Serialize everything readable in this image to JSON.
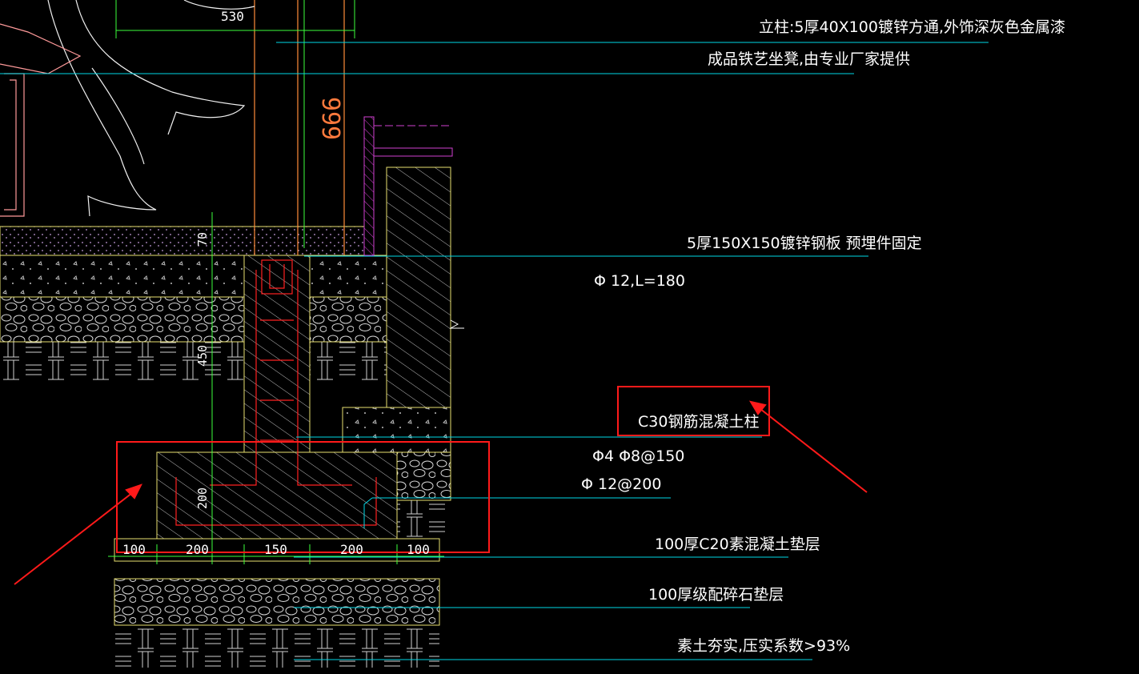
{
  "colors": {
    "background": "#000000",
    "leader": "#00d7e6",
    "dimension": "#3cff3c",
    "rebar": "#ff2020",
    "concrete_outline": "#e8e070",
    "hatch": "#bcbcbc",
    "highlight": "#ff1a1a",
    "wall_hatch": "#d040d0",
    "figure": "#f0f0f0"
  },
  "annotations": {
    "column_spec": "立柱:5厚40X100镀锌方通,外饰深灰色金属漆",
    "bench": "成品铁艺坐凳,由专业厂家提供",
    "steel_plate": "5厚150X150镀锌钢板 预埋件固定",
    "anchor_bar": "Φ 12,L=180",
    "column_concrete": "C30钢筋混凝土柱",
    "column_rebar": "Φ4 Φ8@150",
    "footing_rebar": "Φ 12@200",
    "concrete_cushion": "100厚C20素混凝土垫层",
    "gravel_cushion": "100厚级配碎石垫层",
    "soil": "素土夯实,压实系数>93%"
  },
  "dimensions": {
    "top_width": "530",
    "post_height": "666",
    "slab_70": "70",
    "pier_450": "450",
    "footing_200": "200",
    "bottom": [
      "100",
      "200",
      "150",
      "200",
      "100"
    ]
  },
  "icons": {
    "steel_bar_symbol": "rebar-grade-icon",
    "callout_arrow": "red-arrow-icon"
  }
}
